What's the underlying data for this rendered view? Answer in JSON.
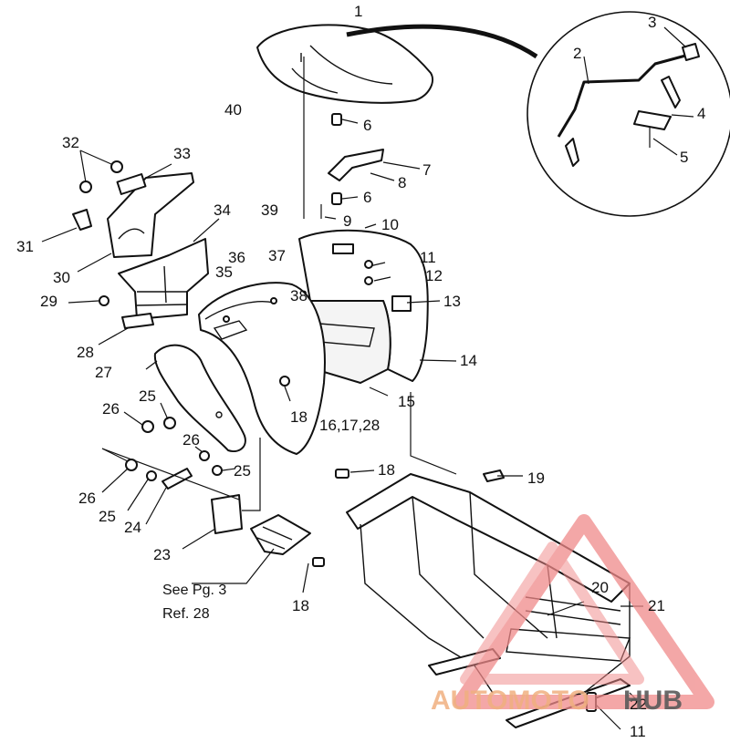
{
  "callouts": [
    {
      "id": "c1",
      "text": "1"
    },
    {
      "id": "c2",
      "text": "2"
    },
    {
      "id": "c3",
      "text": "3"
    },
    {
      "id": "c4",
      "text": "4"
    },
    {
      "id": "c5",
      "text": "5"
    },
    {
      "id": "c6a",
      "text": "6"
    },
    {
      "id": "c6b",
      "text": "6"
    },
    {
      "id": "c7",
      "text": "7"
    },
    {
      "id": "c8",
      "text": "8"
    },
    {
      "id": "c9",
      "text": "9"
    },
    {
      "id": "c10",
      "text": "10"
    },
    {
      "id": "c11a",
      "text": "11"
    },
    {
      "id": "c11b",
      "text": "11"
    },
    {
      "id": "c12",
      "text": "12"
    },
    {
      "id": "c13",
      "text": "13"
    },
    {
      "id": "c14",
      "text": "14"
    },
    {
      "id": "c15",
      "text": "15"
    },
    {
      "id": "c161728",
      "text": "16,17,28"
    },
    {
      "id": "c18a",
      "text": "18"
    },
    {
      "id": "c18b",
      "text": "18"
    },
    {
      "id": "c18c",
      "text": "18"
    },
    {
      "id": "c19",
      "text": "19"
    },
    {
      "id": "c20",
      "text": "20"
    },
    {
      "id": "c21",
      "text": "21"
    },
    {
      "id": "c22",
      "text": "22"
    },
    {
      "id": "c23",
      "text": "23"
    },
    {
      "id": "c24",
      "text": "24"
    },
    {
      "id": "c25a",
      "text": "25"
    },
    {
      "id": "c25b",
      "text": "25"
    },
    {
      "id": "c25c",
      "text": "25"
    },
    {
      "id": "c26a",
      "text": "26"
    },
    {
      "id": "c26b",
      "text": "26"
    },
    {
      "id": "c26c",
      "text": "26"
    },
    {
      "id": "c27",
      "text": "27"
    },
    {
      "id": "c28",
      "text": "28"
    },
    {
      "id": "c29",
      "text": "29"
    },
    {
      "id": "c30",
      "text": "30"
    },
    {
      "id": "c31",
      "text": "31"
    },
    {
      "id": "c32",
      "text": "32"
    },
    {
      "id": "c33",
      "text": "33"
    },
    {
      "id": "c34",
      "text": "34"
    },
    {
      "id": "c35",
      "text": "35"
    },
    {
      "id": "c36",
      "text": "36"
    },
    {
      "id": "c37",
      "text": "37"
    },
    {
      "id": "c38",
      "text": "38"
    },
    {
      "id": "c39",
      "text": "39"
    },
    {
      "id": "c40",
      "text": "40"
    }
  ],
  "note": {
    "line1": "See Pg. 3",
    "line2": "Ref. 28"
  },
  "watermark": {
    "part1": "AUTOMOTO",
    "part2": "HUB",
    "color": "#f08a8a",
    "color_strong": "#e05555"
  }
}
